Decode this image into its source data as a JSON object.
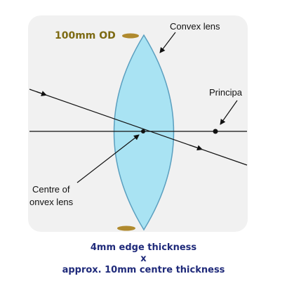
{
  "diagram": {
    "od_label": "100mm OD",
    "convex_lens_label": "Convex lens",
    "principal_label": "Principa",
    "centre_label_line1": "Centre of",
    "centre_label_line2": "onvex lens"
  },
  "caption": {
    "line1": "4mm edge thickness",
    "line2": "x",
    "line3": "approx. 10mm centre thickness"
  },
  "colors": {
    "panel_background": "#f1f1f1",
    "lens_fill": "#a9e3f3",
    "lens_stroke": "#5b9fbf",
    "od_text": "#7d6a12",
    "od_marker": "#b08a2e",
    "caption_text": "#1f2a7a",
    "line": "#111111"
  }
}
